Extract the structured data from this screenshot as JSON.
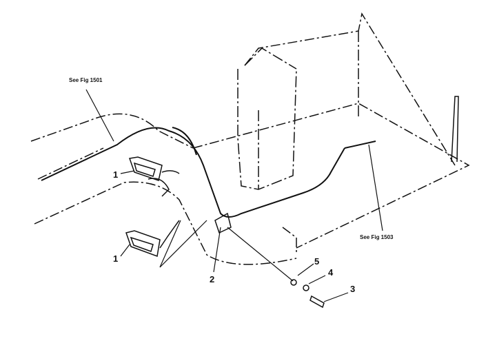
{
  "diagram": {
    "references": {
      "fig_1501": "See Fig 1501",
      "fig_1503": "See Fig 1503"
    },
    "callouts": [
      "1",
      "1",
      "2",
      "3",
      "4",
      "5"
    ]
  }
}
